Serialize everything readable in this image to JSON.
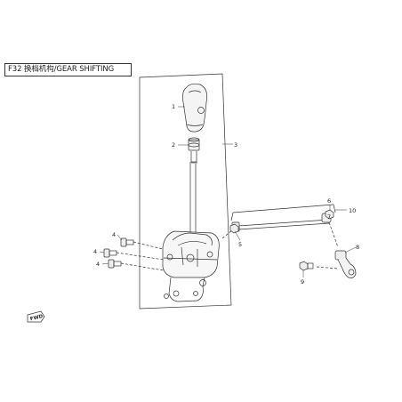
{
  "title": "F32 换档机构/GEAR SHIFTING",
  "callouts": [
    "1",
    "2",
    "3",
    "4",
    "4",
    "4",
    "5",
    "6",
    "7",
    "8",
    "9",
    "10"
  ],
  "fwd_label": "FWD"
}
